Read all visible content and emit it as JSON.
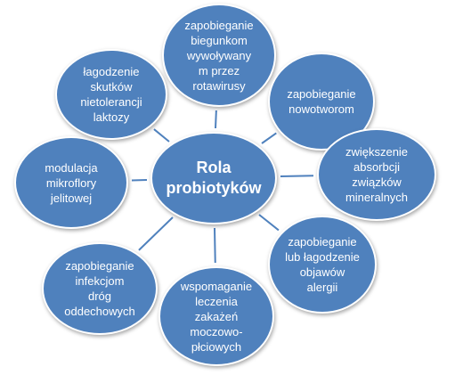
{
  "center": {
    "label": "Rola\nprobiotyków"
  },
  "nodes": [
    {
      "label": "zapobieganie\nbiegunkom\nwywoływany\nm przez\nrotawirusy"
    },
    {
      "label": "zapobieganie\nnowotworom"
    },
    {
      "label": "zwiększenie\nabsorbcji\nzwiązków\nmineralnych"
    },
    {
      "label": "zapobieganie\nlub łagodzenie\nobjawów\nalergii"
    },
    {
      "label": "wspomaganie\nleczenia\nzakażeń\nmoczowo-\npłciowych"
    },
    {
      "label": "zapobieganie\ninfekcjom\ndróg\noddechowych"
    },
    {
      "label": "modulacja\nmikroflory\njelitowej"
    },
    {
      "label": "łagodzenie\nskutków\nnietolerancji\nlaktozy"
    }
  ],
  "colors": {
    "node_fill": "#4f81bd",
    "node_border": "#ffffff",
    "text": "#ffffff"
  }
}
